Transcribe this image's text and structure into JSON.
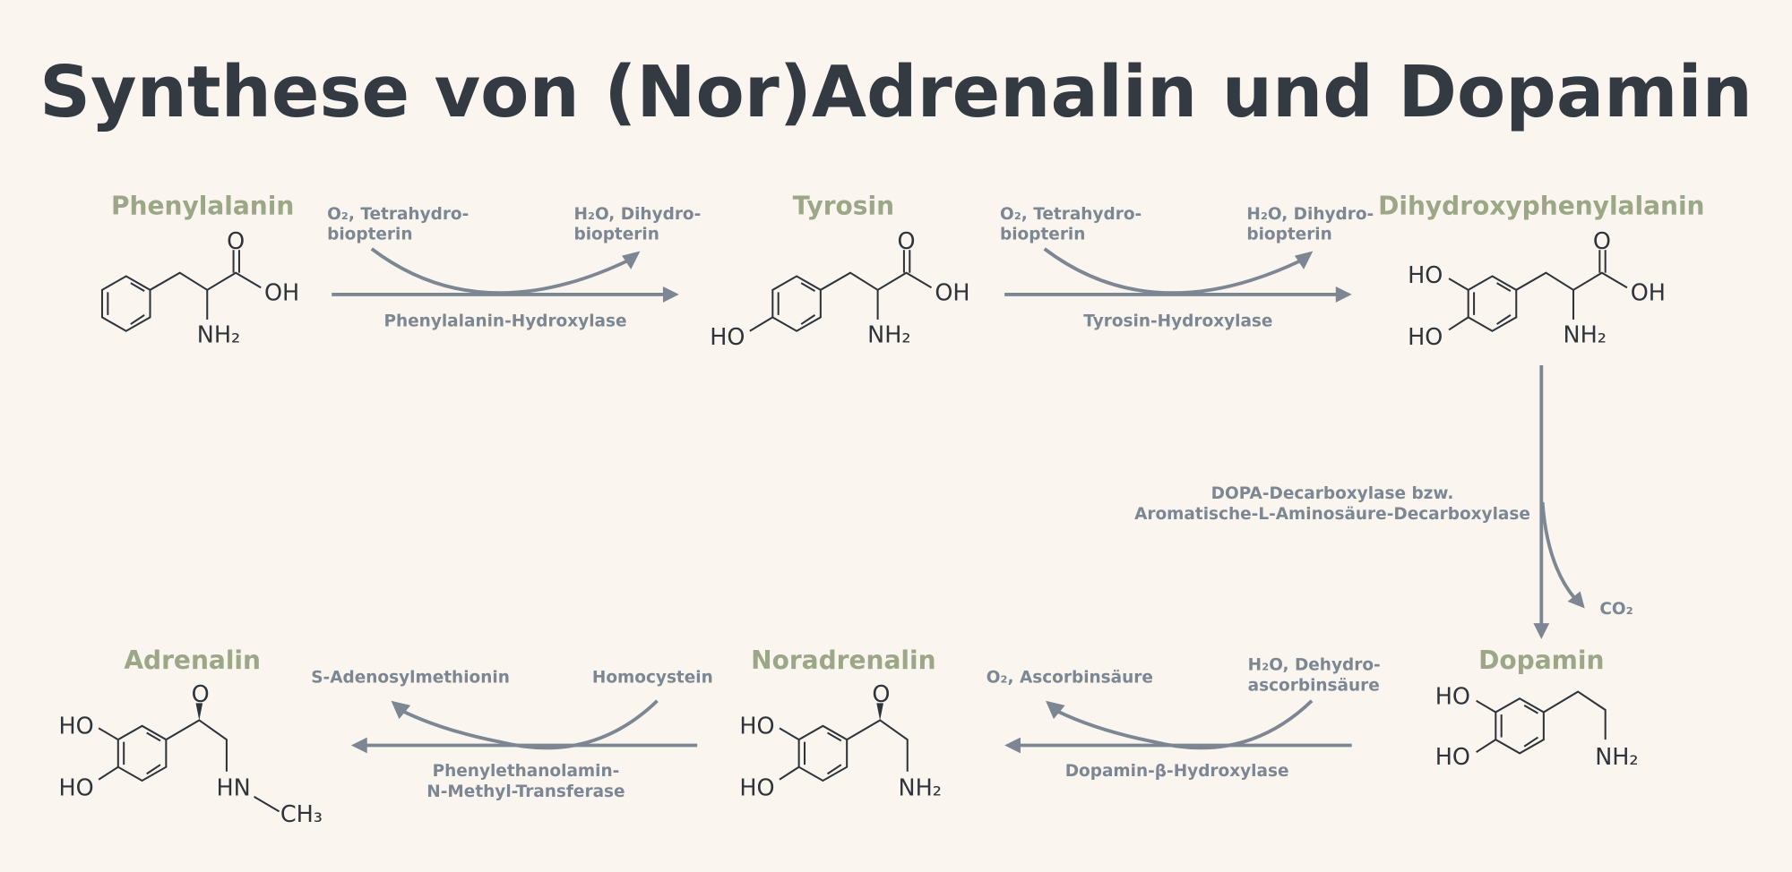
{
  "title": "Synthese von (Nor)Adrenalin und Dopamin",
  "compounds": {
    "phenylalanin": "Phenylalanin",
    "tyrosin": "Tyrosin",
    "dopa": "Dihydroxyphenylalanin",
    "dopamin": "Dopamin",
    "noradrenalin": "Noradrenalin",
    "adrenalin": "Adrenalin"
  },
  "atoms": {
    "O": "O",
    "OH": "OH",
    "HO": "HO",
    "NH2": "NH₂",
    "HN": "HN",
    "CH3": "CH₃"
  },
  "steps": {
    "step1": {
      "in": [
        "O₂, Tetrahydro-",
        "biopterin"
      ],
      "out": [
        "H₂O, Dihydro-",
        "biopterin"
      ],
      "enzyme": "Phenylalanin-Hydroxylase"
    },
    "step2": {
      "in": [
        "O₂, Tetrahydro-",
        "biopterin"
      ],
      "out": [
        "H₂O, Dihydro-",
        "biopterin"
      ],
      "enzyme": "Tyrosin-Hydroxylase"
    },
    "step3": {
      "enzyme": [
        "DOPA-Decarboxylase bzw.",
        "Aromatische-L-Aminosäure-Decarboxylase"
      ],
      "out": "CO₂"
    },
    "step4": {
      "in": [
        "H₂O, Dehydro-",
        "ascorbinsäure"
      ],
      "out": "O₂, Ascorbinsäure",
      "enzyme": "Dopamin-β-Hydroxylase"
    },
    "step5": {
      "in": "Homocystein",
      "out": "S-Adenosylmethionin",
      "enzyme": [
        "Phenylethanolamin-",
        "N-Methyl-Transferase"
      ]
    }
  },
  "colors": {
    "background": "#faf5ef",
    "title": "#343a42",
    "compound": "#9ba787",
    "arrow": "#7c8793",
    "molecule": "#2f343a"
  }
}
